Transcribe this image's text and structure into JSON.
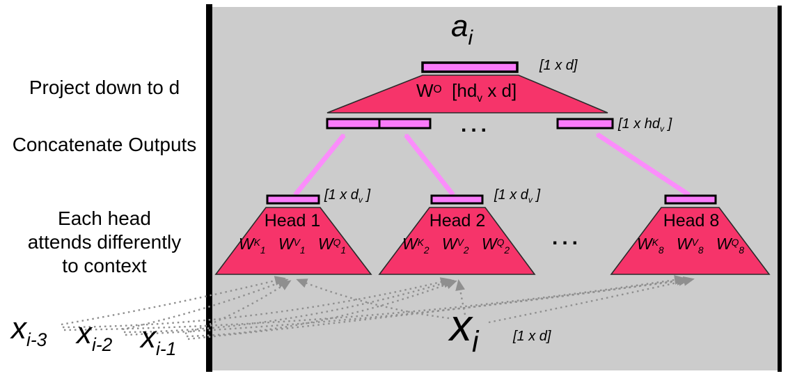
{
  "colors": {
    "panel_bg": "#cccccc",
    "frame": "#000000",
    "trapezoid": "#f6346a",
    "trapezoid_stroke": "#2a2a2a",
    "vector_fill": "#fa7bfa",
    "vector_stroke": "#000000",
    "arrow": "#fb8dfb",
    "dotted": "#8f8f8f",
    "text": "#000000"
  },
  "left_labels": {
    "project_down": "Project down to d",
    "concatenate": "Concatenate Outputs",
    "each_head": [
      "Each head",
      "attends differently",
      "to context"
    ]
  },
  "output": {
    "base": "a",
    "sub": "i",
    "dim": "[1 x d]"
  },
  "project_matrix": {
    "w_base": "W",
    "w_sup": "O",
    "dim_open": "[hd",
    "dim_sub": "v",
    "dim_close": " x d]"
  },
  "concat_row": {
    "ellipsis": "...",
    "dim_open": "[1 x hd",
    "dim_sub": "v",
    "dim_close": " ]"
  },
  "head_row": {
    "ellipsis": "...",
    "dim_open": "[1 x d",
    "dim_sub": "v",
    "dim_close": " ]"
  },
  "heads": [
    {
      "title": "Head 1",
      "weights": [
        {
          "b": "W",
          "sup": "K",
          "sub": "1"
        },
        {
          "b": "W",
          "sup": "V",
          "sub": "1"
        },
        {
          "b": "W",
          "sup": "Q",
          "sub": "1"
        }
      ]
    },
    {
      "title": "Head 2",
      "weights": [
        {
          "b": "W",
          "sup": "K",
          "sub": "2"
        },
        {
          "b": "W",
          "sup": "V",
          "sub": "2"
        },
        {
          "b": "W",
          "sup": "Q",
          "sub": "2"
        }
      ]
    },
    {
      "title": "Head 8",
      "weights": [
        {
          "b": "W",
          "sup": "K",
          "sub": "8"
        },
        {
          "b": "W",
          "sup": "V",
          "sub": "8"
        },
        {
          "b": "W",
          "sup": "Q",
          "sub": "8"
        }
      ]
    }
  ],
  "inputs": {
    "context": [
      {
        "base": "x",
        "sub": "i-3"
      },
      {
        "base": "x",
        "sub": "i-2"
      },
      {
        "base": "x",
        "sub": "i-1"
      }
    ],
    "current": {
      "base": "x",
      "sub": "i"
    },
    "dim": "[1 x d]"
  }
}
